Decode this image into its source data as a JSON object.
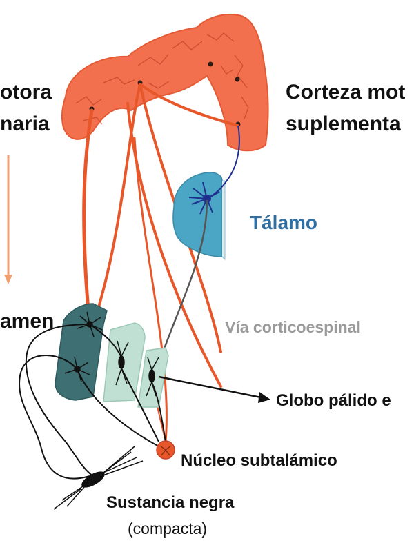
{
  "labels": {
    "primary_motor_line1": "otora",
    "primary_motor_line2": "naria",
    "supplementary_motor_line1": "Corteza mot",
    "supplementary_motor_line2": "suplementa",
    "thalamus": "Tálamo",
    "putamen": "amen",
    "corticospinal": "Vía corticoespinal",
    "globus_pallidus": "Globo pálido e",
    "subthalamic": "Núcleo subtalámico",
    "substantia_nigra": "Sustancia negra",
    "substantia_nigra_sub": "(compacta)"
  },
  "colors": {
    "cortex": "#f2704d",
    "pathway": "#e8572a",
    "thalamus": "#4aa6c4",
    "thalamus_text": "#2f6fa3",
    "putamen": "#3d6f73",
    "globus_pallidus": "#bfe0d2",
    "neuron": "#1a1a1a",
    "thalamic_neuron": "#1f2f8f",
    "arrow": "#f0a070",
    "grey_text": "#9a9a9a"
  }
}
